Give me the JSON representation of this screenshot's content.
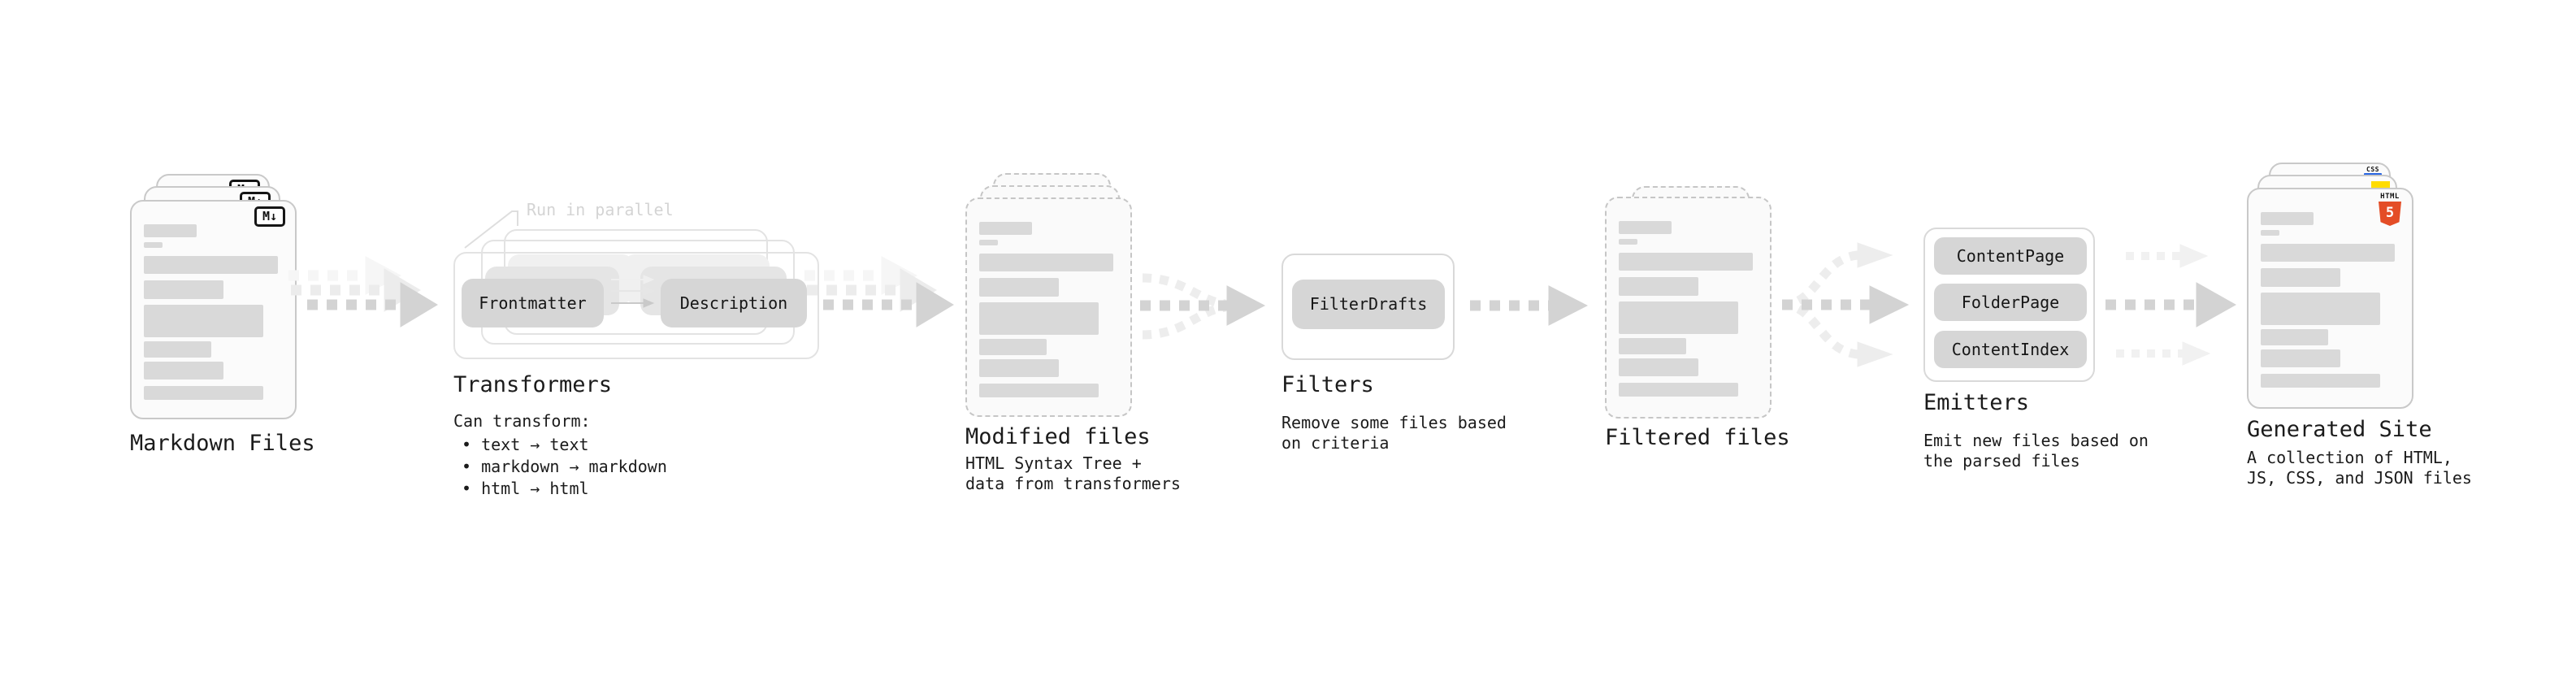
{
  "stages": {
    "markdown": {
      "title": "Markdown Files"
    },
    "transformers": {
      "title": "Transformers",
      "annotation": "Run in parallel",
      "node_frontmatter": "Frontmatter",
      "node_description": "Description",
      "subtitle": "Can transform:",
      "bullets": [
        "• text → text",
        "• markdown → markdown",
        "• html → html"
      ]
    },
    "modified": {
      "title": "Modified files",
      "subtitle_line1": "HTML Syntax Tree +",
      "subtitle_line2": "data from transformers"
    },
    "filters": {
      "title": "Filters",
      "node_filterdrafts": "FilterDrafts",
      "subtitle_line1": "Remove some files based",
      "subtitle_line2": "on criteria"
    },
    "filtered": {
      "title": "Filtered files"
    },
    "emitters": {
      "title": "Emitters",
      "node_contentpage": "ContentPage",
      "node_folderpage": "FolderPage",
      "node_contentindex": "ContentIndex",
      "subtitle_line1": "Emit new files based on",
      "subtitle_line2": "the parsed files"
    },
    "generated": {
      "title": "Generated Site",
      "subtitle_line1": "A collection of HTML,",
      "subtitle_line2": "JS, CSS, and JSON files"
    }
  },
  "badges": {
    "markdown_logo": "M↓",
    "html_logo_label": "HTML",
    "html_logo_number": "5",
    "css_logo_label": "CSS"
  },
  "colors": {
    "html_orange": "#e44d26",
    "js_yellow": "#ffdc00",
    "css_blue": "#2966e3",
    "card_border": "#c9c9c9",
    "text_bar": "#d9d9d9",
    "node_fill": "#d6d6d6",
    "arrow_dark": "#d3d3d3",
    "arrow_light": "#ececec"
  }
}
